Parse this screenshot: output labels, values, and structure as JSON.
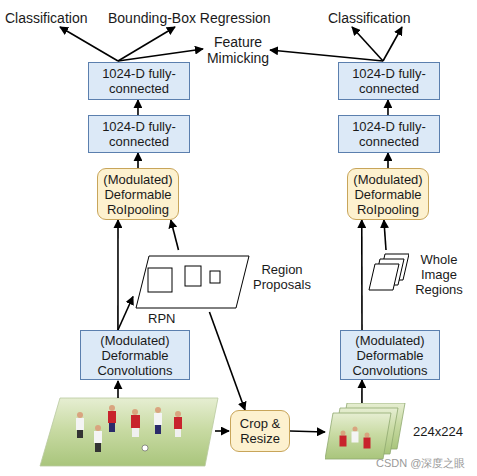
{
  "diagram": {
    "nodes": [
      {
        "text": [
          "1024-D fully-connected"
        ]
      },
      {
        "text": [
          "1024-D fully-connected"
        ]
      },
      {
        "text": [
          "1024-D fully-connected"
        ]
      },
      {
        "text": [
          "1024-D fully-connected"
        ]
      },
      {
        "text": [
          "(Modulated) Deformable RoIpooling"
        ]
      },
      {
        "text": [
          "(Modulated) Deformable RoIpooling"
        ]
      },
      {
        "text": [
          "Region Proposals"
        ]
      },
      {
        "text": [
          "Whole Image Regions"
        ]
      },
      {
        "text": [
          "(Modulated) Deformable Convolutions"
        ]
      },
      {
        "text": [
          "(Modulated) Deformable Convolutions"
        ]
      },
      {
        "text": [
          "Crop & Resize"
        ]
      },
      {
        "text": [
          "224x224"
        ]
      }
    ],
    "edges": [
      {
        "from": 8,
        "to": 4,
        "arrow": "to"
      },
      {
        "from": 8,
        "to": 6,
        "label": "RPN",
        "arrow": "to"
      },
      {
        "from": 6,
        "to": 4,
        "arrow": "to"
      },
      {
        "from": 6,
        "to": 10,
        "arrow": "to"
      },
      {
        "from": 10,
        "to": 11,
        "arrow": "to"
      },
      {
        "from": 11,
        "to": 9,
        "arrow": "to"
      },
      {
        "from": 9,
        "to": 5,
        "arrow": "to"
      },
      {
        "from": 7,
        "to": 5,
        "arrow": "to"
      },
      {
        "from": 4,
        "to": 2,
        "arrow": "to"
      },
      {
        "from": 2,
        "to": 0,
        "arrow": "to"
      },
      {
        "from": 5,
        "to": 3,
        "arrow": "to"
      },
      {
        "from": 3,
        "to": 1,
        "arrow": "to"
      }
    ],
    "labels": [
      "Classification",
      "Bounding-Box Regression",
      "Feature Mimicking",
      "Classification",
      "CSDN @深度之眼"
    ]
  }
}
